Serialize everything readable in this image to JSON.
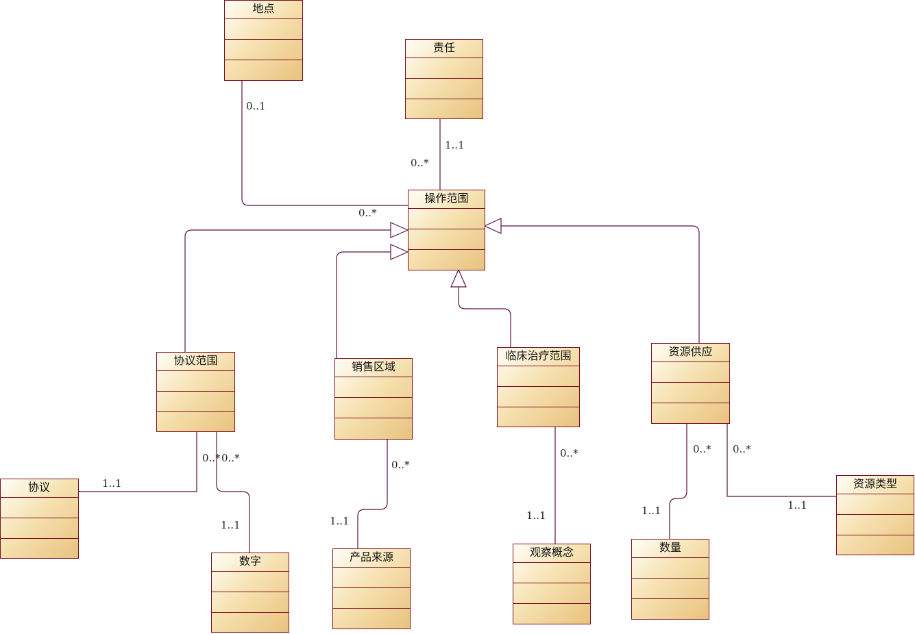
{
  "colors": {
    "border": "#7a1020",
    "line": "#5a1040",
    "fill_start": "#fffef6",
    "fill_end": "#e9c27e"
  },
  "classes": [
    {
      "id": "didian",
      "name": "地点"
    },
    {
      "id": "zeren",
      "name": "责任"
    },
    {
      "id": "caozuo",
      "name": "操作范围"
    },
    {
      "id": "xieyifw",
      "name": "协议范围"
    },
    {
      "id": "xiaoshou",
      "name": "销售区域"
    },
    {
      "id": "linchuang",
      "name": "临床治疗范围"
    },
    {
      "id": "ziyuangy",
      "name": "资源供应"
    },
    {
      "id": "xieyi",
      "name": "协议"
    },
    {
      "id": "shuzi",
      "name": "数字"
    },
    {
      "id": "chanpin",
      "name": "产品来源"
    },
    {
      "id": "guancha",
      "name": "观察概念"
    },
    {
      "id": "shuliang",
      "name": "数量"
    },
    {
      "id": "ziyuanlx",
      "name": "资源类型"
    }
  ],
  "multiplicities": [
    {
      "id": "m1",
      "text": "0..1"
    },
    {
      "id": "m2",
      "text": "1..1"
    },
    {
      "id": "m3",
      "text": "0..*"
    },
    {
      "id": "m4",
      "text": "0..*"
    },
    {
      "id": "m5",
      "text": "0..*"
    },
    {
      "id": "m6",
      "text": "0..*"
    },
    {
      "id": "m7",
      "text": "1..1"
    },
    {
      "id": "m8",
      "text": "1..1"
    },
    {
      "id": "m9",
      "text": "0..*"
    },
    {
      "id": "m10",
      "text": "1..1"
    },
    {
      "id": "m11",
      "text": "0..*"
    },
    {
      "id": "m12",
      "text": "1..1"
    },
    {
      "id": "m13",
      "text": "0..*"
    },
    {
      "id": "m14",
      "text": "1..1"
    },
    {
      "id": "m15",
      "text": "0..*"
    },
    {
      "id": "m16",
      "text": "1..1"
    }
  ]
}
